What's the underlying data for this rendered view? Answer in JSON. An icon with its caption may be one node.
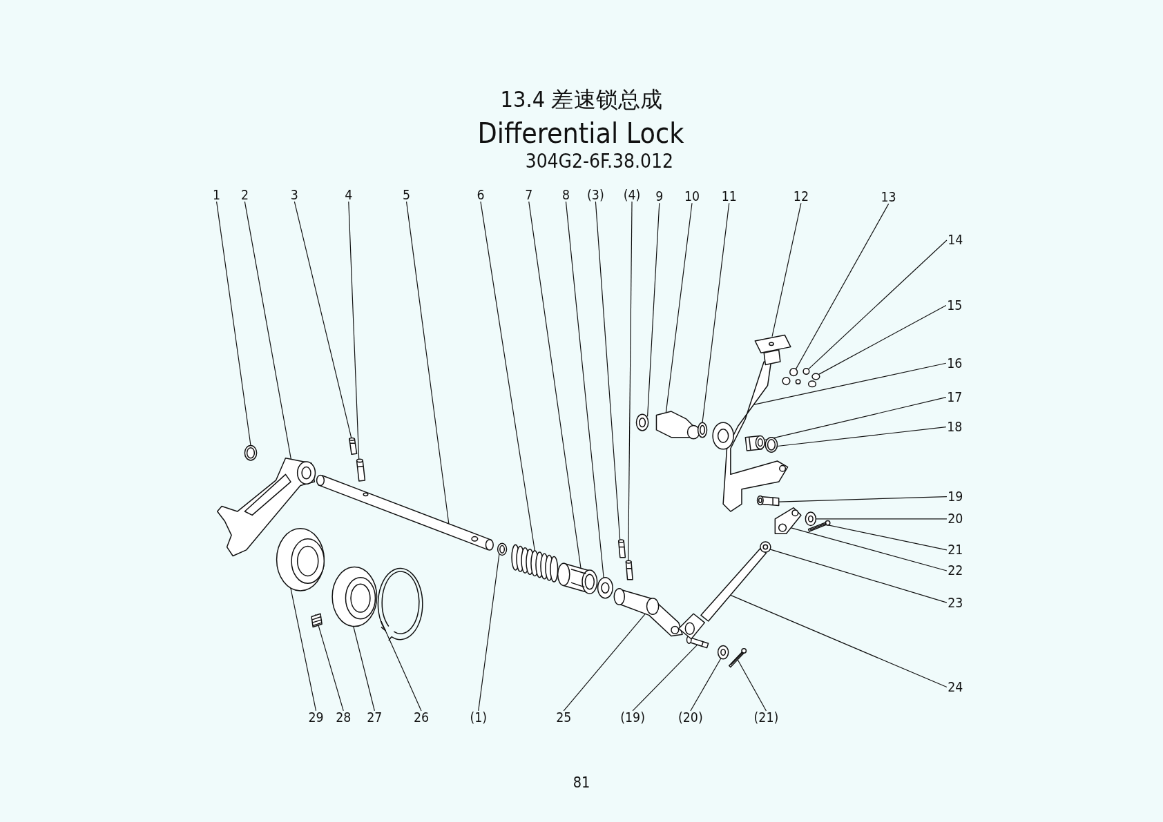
{
  "diagram": {
    "title": "13.4 差速锁总成",
    "nodes": [
      {
        "text": [
          "1"
        ]
      },
      {
        "text": [
          "2"
        ]
      },
      {
        "text": [
          "3"
        ]
      },
      {
        "text": [
          "4"
        ]
      },
      {
        "text": [
          "5"
        ]
      },
      {
        "text": [
          "6"
        ]
      },
      {
        "text": [
          "7"
        ]
      },
      {
        "text": [
          "8"
        ]
      },
      {
        "text": [
          "(3)"
        ]
      },
      {
        "text": [
          "(4)"
        ]
      },
      {
        "text": [
          "9"
        ]
      },
      {
        "text": [
          "10"
        ]
      },
      {
        "text": [
          "11"
        ]
      },
      {
        "text": [
          "12"
        ]
      },
      {
        "text": [
          "13"
        ]
      },
      {
        "text": [
          "14"
        ]
      },
      {
        "text": [
          "15"
        ]
      },
      {
        "text": [
          "16"
        ]
      },
      {
        "text": [
          "17"
        ]
      },
      {
        "text": [
          "18"
        ]
      },
      {
        "text": [
          "19"
        ]
      },
      {
        "text": [
          "20"
        ]
      },
      {
        "text": [
          "21"
        ]
      },
      {
        "text": [
          "22"
        ]
      },
      {
        "text": [
          "23"
        ]
      },
      {
        "text": [
          "24"
        ]
      },
      {
        "text": [
          "29"
        ]
      },
      {
        "text": [
          "28"
        ]
      },
      {
        "text": [
          "27"
        ]
      },
      {
        "text": [
          "26"
        ]
      },
      {
        "text": [
          "(1)"
        ]
      },
      {
        "text": [
          "25"
        ]
      },
      {
        "text": [
          "(19)"
        ]
      },
      {
        "text": [
          "(20)"
        ]
      },
      {
        "text": [
          "(21)"
        ]
      },
      {
        "text": [],
        "shape": "picture"
      },
      {
        "text": [],
        "shape": "picture"
      },
      {
        "text": [],
        "shape": "picture"
      },
      {
        "text": [],
        "shape": "picture"
      },
      {
        "text": [],
        "shape": "picture"
      },
      {
        "text": [],
        "shape": "picture"
      },
      {
        "text": [],
        "shape": "picture"
      },
      {
        "text": [],
        "shape": "picture"
      },
      {
        "text": [],
        "shape": "picture"
      },
      {
        "text": [],
        "shape": "picture"
      },
      {
        "text": [],
        "shape": "picture"
      },
      {
        "text": [],
        "shape": "picture"
      },
      {
        "text": [],
        "shape": "picture"
      },
      {
        "text": [],
        "shape": "picture"
      },
      {
        "text": [],
        "shape": "picture"
      },
      {
        "text": [],
        "shape": "picture"
      },
      {
        "text": [],
        "shape": "picture"
      },
      {
        "text": [],
        "shape": "picture"
      },
      {
        "text": [],
        "shape": "picture"
      },
      {
        "text": [],
        "shape": "picture"
      },
      {
        "text": [],
        "shape": "picture"
      },
      {
        "text": [],
        "shape": "picture"
      },
      {
        "text": [],
        "shape": "picture"
      },
      {
        "text": [],
        "shape": "picture"
      },
      {
        "text": [],
        "shape": "picture"
      },
      {
        "text": [],
        "shape": "picture"
      },
      {
        "text": [],
        "shape": "picture"
      },
      {
        "text": [],
        "shape": "picture"
      },
      {
        "text": [],
        "shape": "picture"
      },
      {
        "text": [],
        "shape": "picture"
      },
      {
        "text": [],
        "shape": "picture"
      },
      {
        "text": [],
        "shape": "picture"
      },
      {
        "text": [],
        "shape": "picture"
      },
      {
        "text": [],
        "shape": "picture"
      },
      {
        "text": [],
        "shape": "picture"
      }
    ],
    "edges": [
      {
        "from": 0,
        "to": 35,
        "arrow": "none"
      },
      {
        "from": 1,
        "to": 36,
        "arrow": "none"
      },
      {
        "from": 2,
        "to": 39,
        "arrow": "none"
      },
      {
        "from": 3,
        "to": 41,
        "arrow": "none"
      },
      {
        "from": 4,
        "to": 43,
        "arrow": "none"
      },
      {
        "from": 5,
        "to": 45,
        "arrow": "none"
      },
      {
        "from": 6,
        "to": 46,
        "arrow": "none"
      },
      {
        "from": 7,
        "to": 47,
        "arrow": "none"
      },
      {
        "from": 8,
        "to": 48,
        "arrow": "none"
      },
      {
        "from": 9,
        "to": 49,
        "arrow": "none"
      },
      {
        "from": 10,
        "to": 50,
        "arrow": "none"
      },
      {
        "from": 11,
        "to": 52,
        "arrow": "none"
      },
      {
        "from": 12,
        "to": 54,
        "arrow": "none"
      },
      {
        "from": 13,
        "to": 63,
        "arrow": "none"
      },
      {
        "from": 14,
        "to": 65,
        "arrow": "none"
      },
      {
        "from": 15,
        "to": 66,
        "arrow": "none"
      },
      {
        "from": 16,
        "to": 68,
        "arrow": "none"
      },
      {
        "from": 17,
        "to": 58,
        "arrow": "none"
      },
      {
        "from": 18,
        "to": 59,
        "arrow": "none"
      },
      {
        "from": 19,
        "to": 62,
        "arrow": "none"
      },
      {
        "from": 20,
        "to": 61,
        "arrow": "none"
      },
      {
        "from": 21,
        "to": 67,
        "arrow": "none"
      },
      {
        "from": 22,
        "to": 69,
        "arrow": "none"
      },
      {
        "from": 23,
        "to": 64,
        "arrow": "none"
      },
      {
        "from": 24,
        "to": 60,
        "arrow": "none"
      },
      {
        "from": 25,
        "to": 56,
        "arrow": "none"
      },
      {
        "from": 26,
        "to": 37,
        "arrow": "none"
      },
      {
        "from": 27,
        "to": 38,
        "arrow": "none"
      },
      {
        "from": 28,
        "to": 40,
        "arrow": "none"
      },
      {
        "from": 29,
        "to": 42,
        "arrow": "none"
      },
      {
        "from": 30,
        "to": 44,
        "arrow": "none"
      },
      {
        "from": 31,
        "to": 51,
        "arrow": "none"
      },
      {
        "from": 32,
        "to": 53,
        "arrow": "none"
      },
      {
        "from": 33,
        "to": 55,
        "arrow": "none"
      },
      {
        "from": 34,
        "to": 57,
        "arrow": "none"
      }
    ],
    "labels": [
      "Differential Lock",
      "304G2-6F.38.012",
      "81"
    ]
  }
}
